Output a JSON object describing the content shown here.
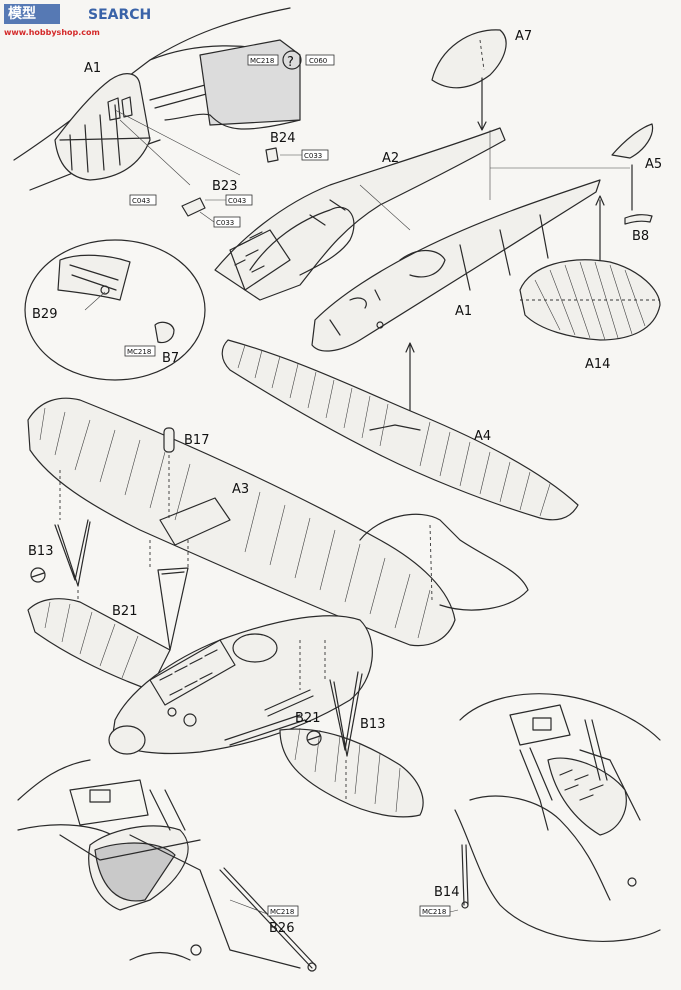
{
  "watermark": {
    "site": "SEARCH",
    "domain": "www.hobbyshop.com"
  },
  "labels": {
    "A1_top": "A1",
    "A7": "A7",
    "A2": "A2",
    "A5": "A5",
    "B8": "B8",
    "B24": "B24",
    "B23": "B23",
    "A1": "A1",
    "A14": "A14",
    "B29": "B29",
    "B7": "B7",
    "A4": "A4",
    "B17": "B17",
    "A3": "A3",
    "B13_left": "B13",
    "B21_left": "B21",
    "B21_mid": "B21",
    "B13_right": "B13",
    "B14": "B14",
    "B26": "B26"
  },
  "codes": {
    "mc218_top": "MC218",
    "c060": "C060",
    "c033_b24": "C033",
    "c043_b23": "C043",
    "c033_b23": "C033",
    "c043_left": "C043",
    "mc218_b7": "MC218",
    "mc218_b26": "MC218",
    "mc218_b14": "MC218",
    "question": "?"
  }
}
